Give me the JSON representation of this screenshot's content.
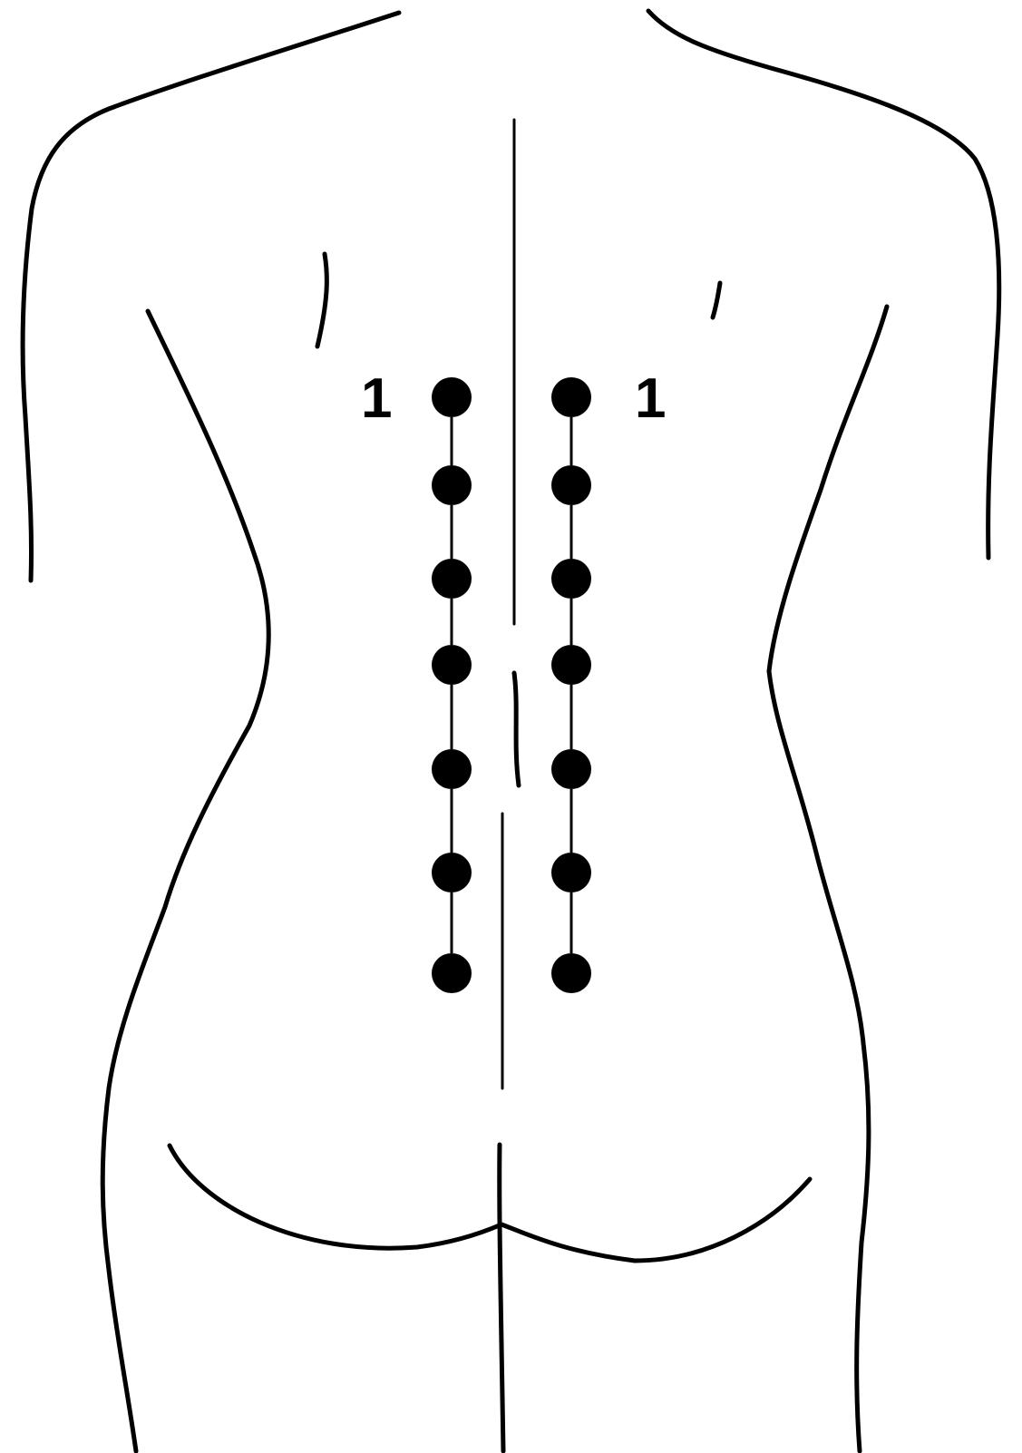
{
  "labels": {
    "left_top": "1",
    "right_top": "1"
  },
  "points": {
    "left_column": [
      "point",
      "point",
      "point",
      "point",
      "point",
      "point",
      "point"
    ],
    "right_column": [
      "point",
      "point",
      "point",
      "point",
      "point",
      "point",
      "point"
    ]
  },
  "colors": {
    "line": "#000000",
    "point": "#000000",
    "background": "#ffffff"
  }
}
